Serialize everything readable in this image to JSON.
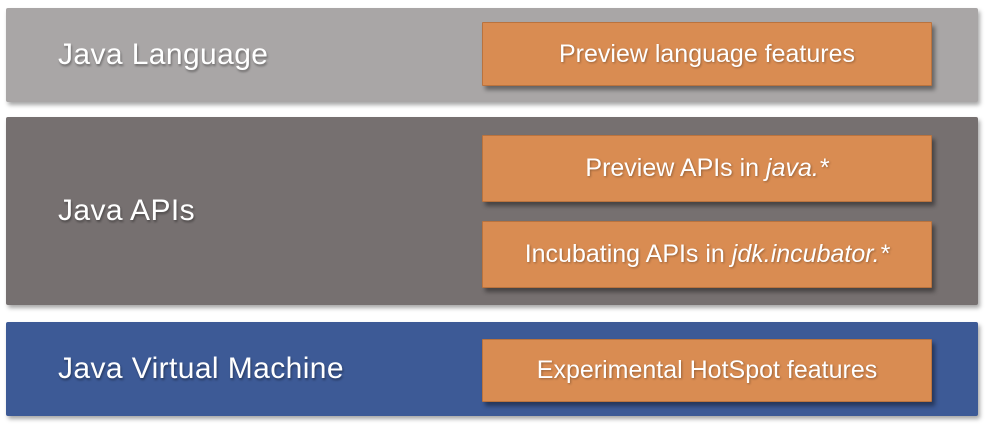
{
  "colors": {
    "layer_language_bg": "#a9a6a6",
    "layer_apis_bg": "#767070",
    "layer_jvm_bg": "#3d5a96",
    "feature_box_bg": "#d98c52",
    "text": "#ffffff"
  },
  "layers": [
    {
      "label": "Java Language",
      "features": [
        {
          "prefix": "Preview language features",
          "code": ""
        }
      ]
    },
    {
      "label": "Java APIs",
      "features": [
        {
          "prefix": "Preview APIs in ",
          "code": "java.*"
        },
        {
          "prefix": "Incubating APIs in ",
          "code": "jdk.incubator.*"
        }
      ]
    },
    {
      "label": "Java Virtual Machine",
      "features": [
        {
          "prefix": "Experimental HotSpot features",
          "code": ""
        }
      ]
    }
  ]
}
